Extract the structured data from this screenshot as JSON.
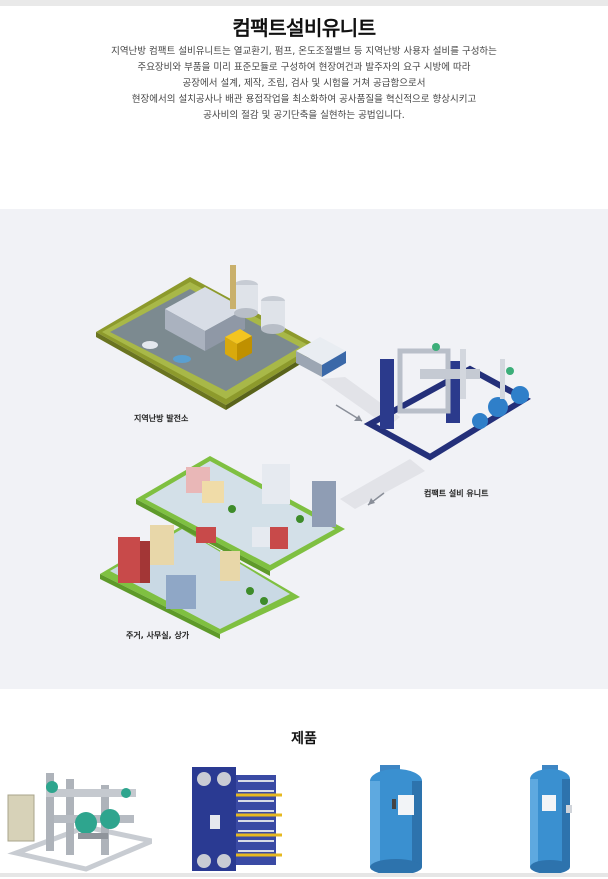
{
  "header": {
    "title": "컴팩트설비유니트",
    "description_lines": [
      "지역난방 컴팩트 설비유니트는 열교환기, 펌프, 온도조절밸브 등 지역난방 사용자 설비를 구성하는",
      "주요장비와 부품을 미리 표준모듈로 구성하여 현장여건과 발주자의 요구 시방에 따라",
      "공장에서 설계, 제작, 조립, 검사 및 시험을 거쳐 공급함으로서",
      "현장에서의 설치공사나 배관 용접작업을 최소화하여 공사품질을 혁신적으로 향상시키고",
      "공사비의 절감 및 공기단축을 실현하는 공법입니다."
    ]
  },
  "diagram": {
    "labels": {
      "power_plant": "지역난방 발전소",
      "unit": "컴팩트 설비 유니트",
      "city": "주거, 사무실, 상가"
    }
  },
  "products": {
    "title": "제품",
    "items": [
      {
        "icon": "compact-unit-icon"
      },
      {
        "icon": "plate-heat-exchanger-icon"
      },
      {
        "icon": "expansion-tank-icon"
      },
      {
        "icon": "pressure-tank-icon"
      }
    ]
  }
}
